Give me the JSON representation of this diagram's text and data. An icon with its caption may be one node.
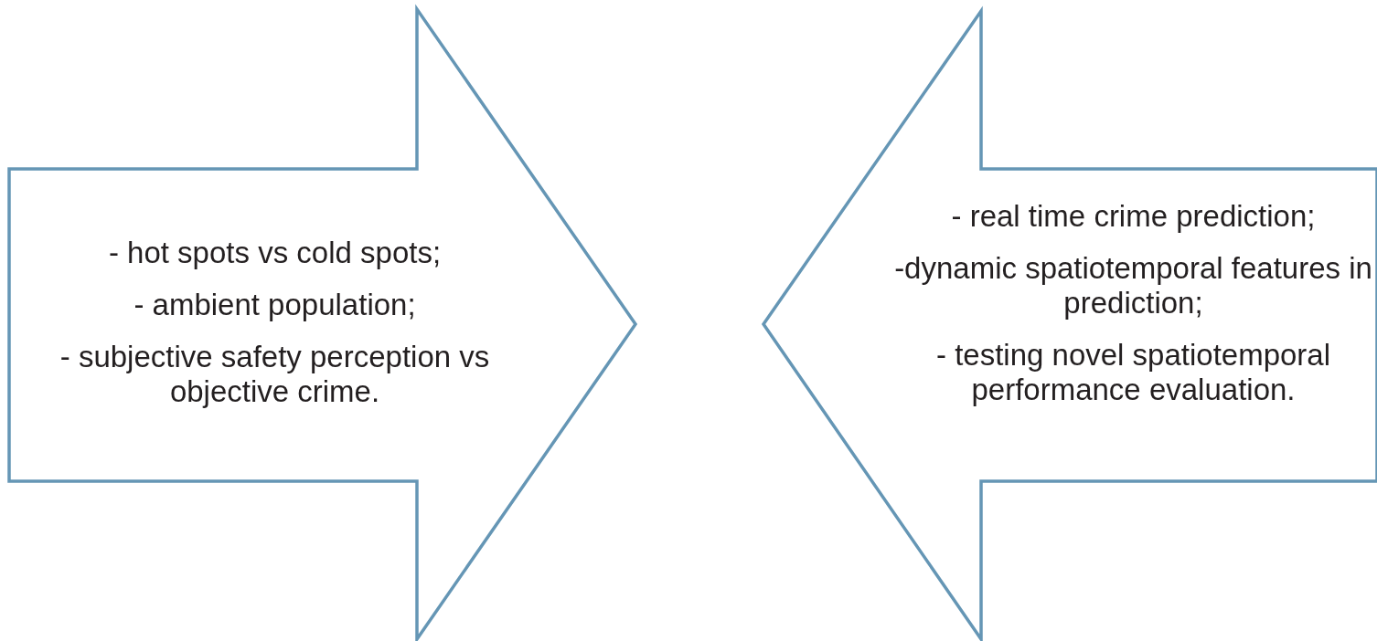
{
  "diagram": {
    "nodes": [
      {
        "text": [
          "- hot spots vs cold spots;",
          "- ambient population;",
          "- subjective safety perception vs objective crime."
        ]
      },
      {
        "text": [
          "- real time crime prediction;",
          "-dynamic spatiotemporal features in prediction;",
          "- testing novel spatiotemporal performance evaluation."
        ]
      }
    ]
  }
}
